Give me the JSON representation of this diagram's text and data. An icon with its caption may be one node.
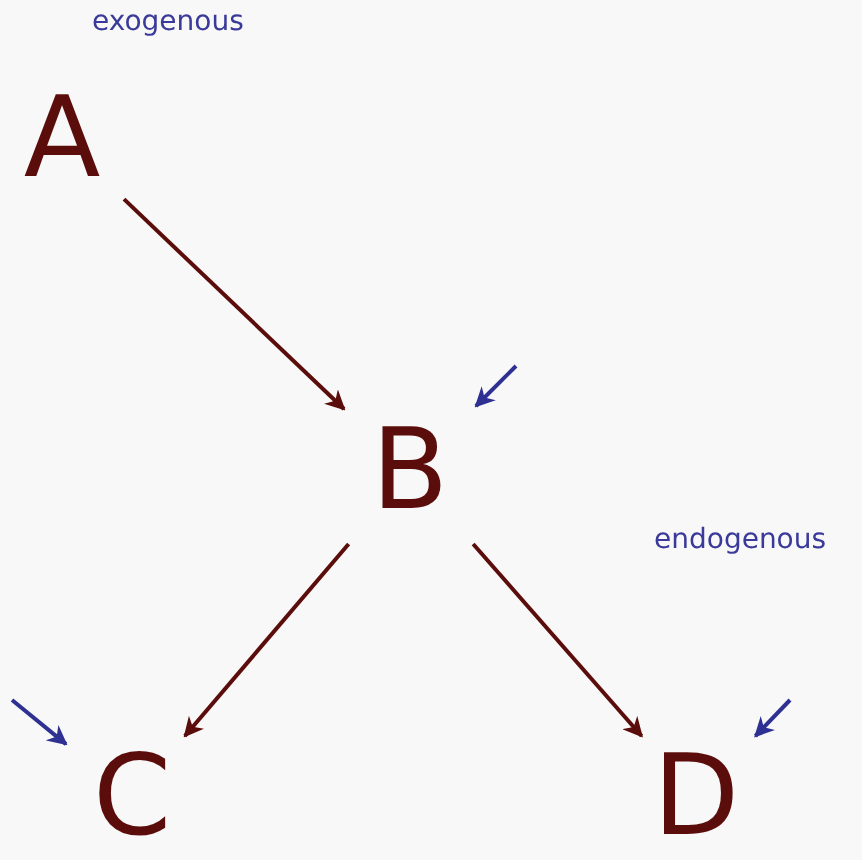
{
  "diagram": {
    "nodes": [
      {
        "text": [
          "A"
        ]
      },
      {
        "text": [
          "B"
        ]
      },
      {
        "text": [
          "C"
        ]
      },
      {
        "text": [
          "D"
        ]
      }
    ],
    "edges": [
      {
        "from": 0,
        "to": 1,
        "arrow": "to"
      },
      {
        "from": 1,
        "to": 2,
        "arrow": "to"
      },
      {
        "from": 1,
        "to": 3,
        "arrow": "to"
      },
      {
        "from": null,
        "to": 1,
        "arrow": "to",
        "color": "#2e3192"
      },
      {
        "from": null,
        "to": 2,
        "arrow": "to",
        "color": "#2e3192"
      },
      {
        "from": null,
        "to": 3,
        "arrow": "to",
        "color": "#2e3192"
      }
    ],
    "labels": [
      "exogenous",
      "endogenous"
    ]
  }
}
